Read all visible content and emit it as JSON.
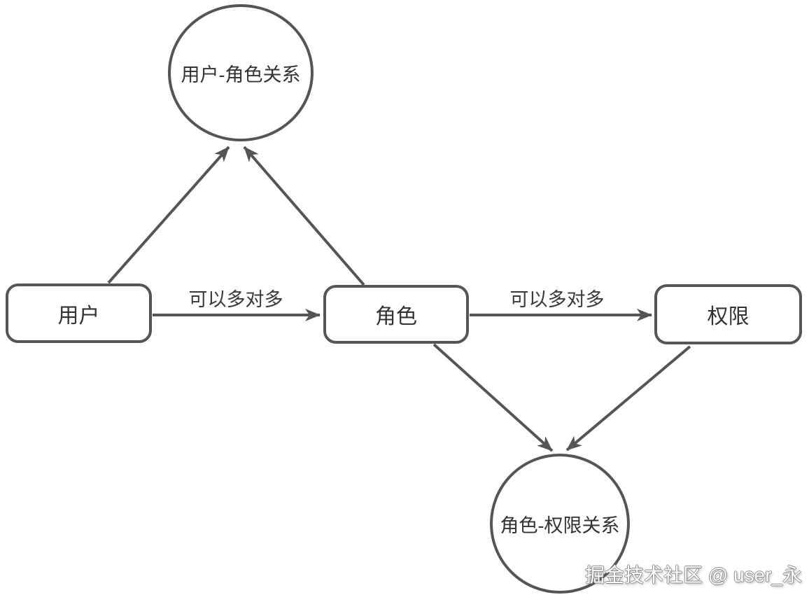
{
  "diagram": {
    "background_color": "#ffffff",
    "stroke_color": "#555555",
    "node_text_color": "#333333",
    "nodes": [
      {
        "id": "user-role-relation",
        "shape": "circle",
        "label": "用户-角色关系"
      },
      {
        "id": "user",
        "shape": "rounded-rect",
        "label": "用户"
      },
      {
        "id": "role",
        "shape": "rounded-rect",
        "label": "角色"
      },
      {
        "id": "permission",
        "shape": "rounded-rect",
        "label": "权限"
      },
      {
        "id": "role-permission-relation",
        "shape": "circle",
        "label": "角色-权限关系"
      }
    ],
    "edges": [
      {
        "from": "user",
        "to": "user-role-relation",
        "label": ""
      },
      {
        "from": "role",
        "to": "user-role-relation",
        "label": ""
      },
      {
        "from": "user",
        "to": "role",
        "label": "可以多对多"
      },
      {
        "from": "role",
        "to": "permission",
        "label": "可以多对多"
      },
      {
        "from": "role",
        "to": "role-permission-relation",
        "label": ""
      },
      {
        "from": "permission",
        "to": "role-permission-relation",
        "label": ""
      }
    ]
  },
  "watermark": {
    "text": "掘金技术社区 @ user_永"
  }
}
